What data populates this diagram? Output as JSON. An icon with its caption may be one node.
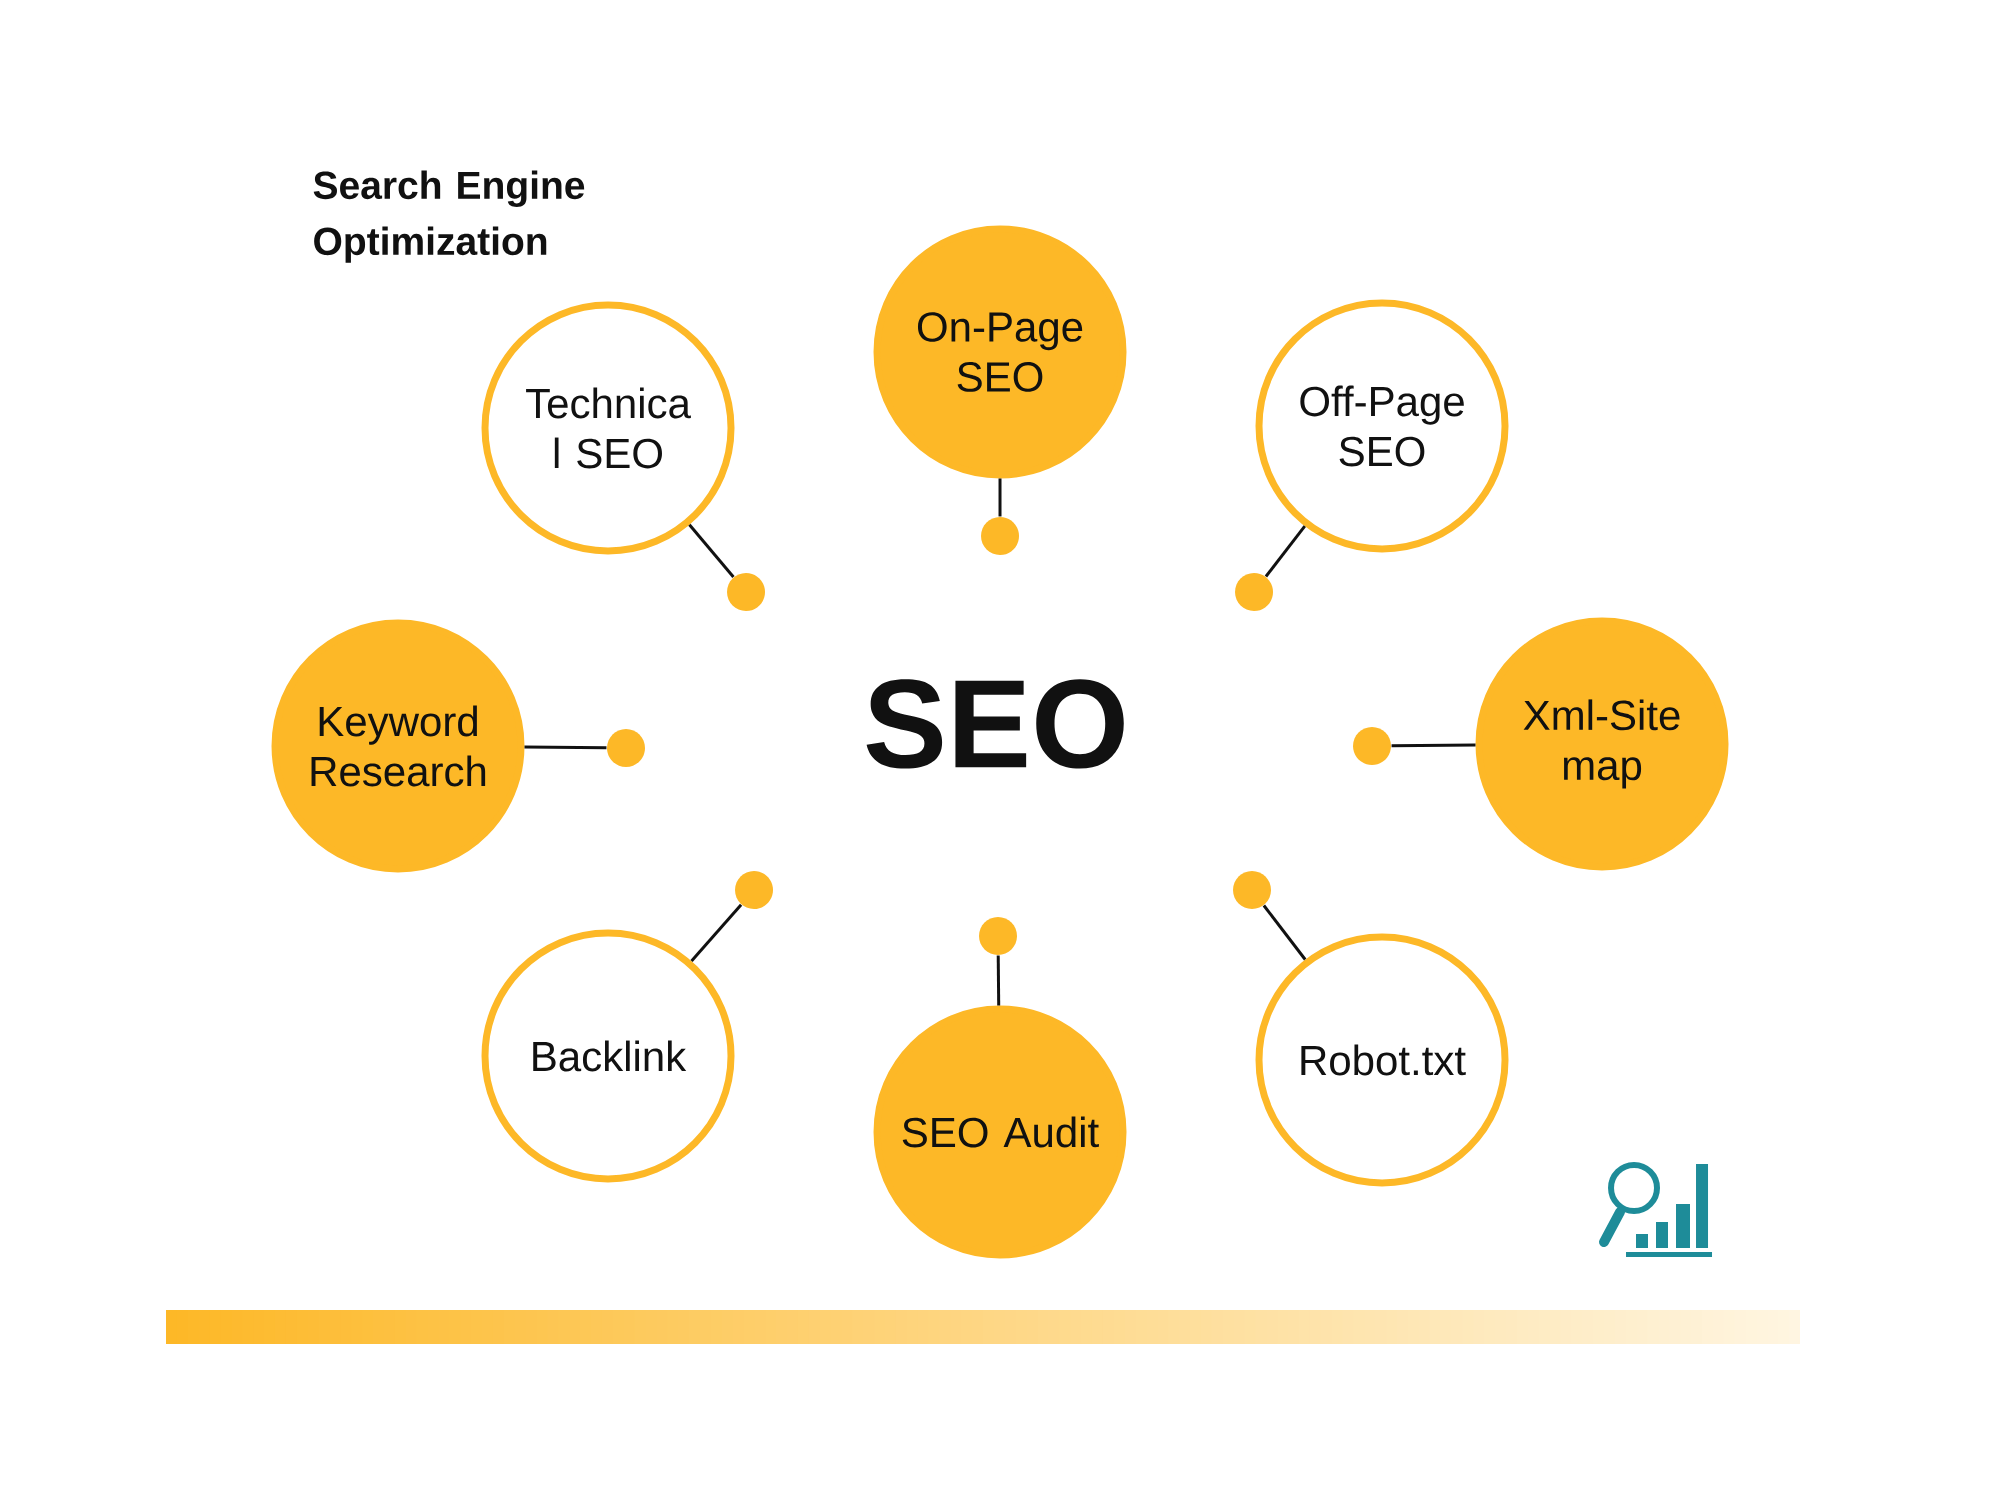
{
  "diagram": {
    "title": "Search Engine Optimization",
    "nodes": [
      {
        "text": [
          "Technica l SEO"
        ]
      },
      {
        "text": [
          "On-Page SEO"
        ]
      },
      {
        "text": [
          "Off-Page SEO"
        ]
      },
      {
        "text": [
          "Keyword Research"
        ]
      },
      {
        "text": [
          "Xml-Site map"
        ]
      },
      {
        "text": [
          "Backlink"
        ]
      },
      {
        "text": [
          "SEO Audit"
        ]
      },
      {
        "text": [
          "Robot.txt"
        ]
      },
      {
        "text": [],
        "shape": "circle"
      },
      {
        "text": [],
        "shape": "circle"
      },
      {
        "text": [],
        "shape": "circle"
      },
      {
        "text": [],
        "shape": "circle"
      },
      {
        "text": [],
        "shape": "circle"
      },
      {
        "text": [],
        "shape": "circle"
      },
      {
        "text": [],
        "shape": "circle"
      },
      {
        "text": [],
        "shape": "circle"
      }
    ],
    "edges": [
      {
        "from": 0,
        "to": 8,
        "arrow": "none"
      },
      {
        "from": 1,
        "to": 9,
        "arrow": "none"
      },
      {
        "from": 2,
        "to": 10,
        "arrow": "none"
      },
      {
        "from": 3,
        "to": 11,
        "arrow": "none"
      },
      {
        "from": 4,
        "to": 12,
        "arrow": "none"
      },
      {
        "from": 5,
        "to": 13,
        "arrow": "none"
      },
      {
        "from": 6,
        "to": 14,
        "arrow": "none"
      },
      {
        "from": 7,
        "to": 15,
        "arrow": "none"
      }
    ],
    "labels": [
      "SEO"
    ]
  }
}
